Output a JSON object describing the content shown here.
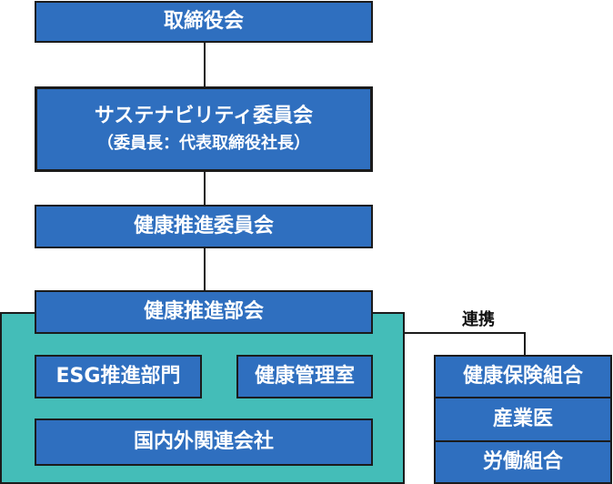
{
  "nodes": {
    "board": "取締役会",
    "sustainability_committee": "サステナビリティ委員会",
    "sustainability_committee_note": "（委員長：代表取締役社長）",
    "health_promotion_committee": "健康推進委員会",
    "health_promotion_council": "健康推進部会",
    "esg_department": "ESG推進部門",
    "health_management_office": "健康管理室",
    "domestic_overseas_companies": "国内外関連会社",
    "health_insurance_union": "健康保険組合",
    "occupational_physician": "産業医",
    "labor_union": "労働組合"
  },
  "edges": {
    "cooperation_label": "連携"
  },
  "colors": {
    "box_fill": "#2f6fbf",
    "area_fill": "#44bdb8",
    "border": "#1b1b1b"
  }
}
